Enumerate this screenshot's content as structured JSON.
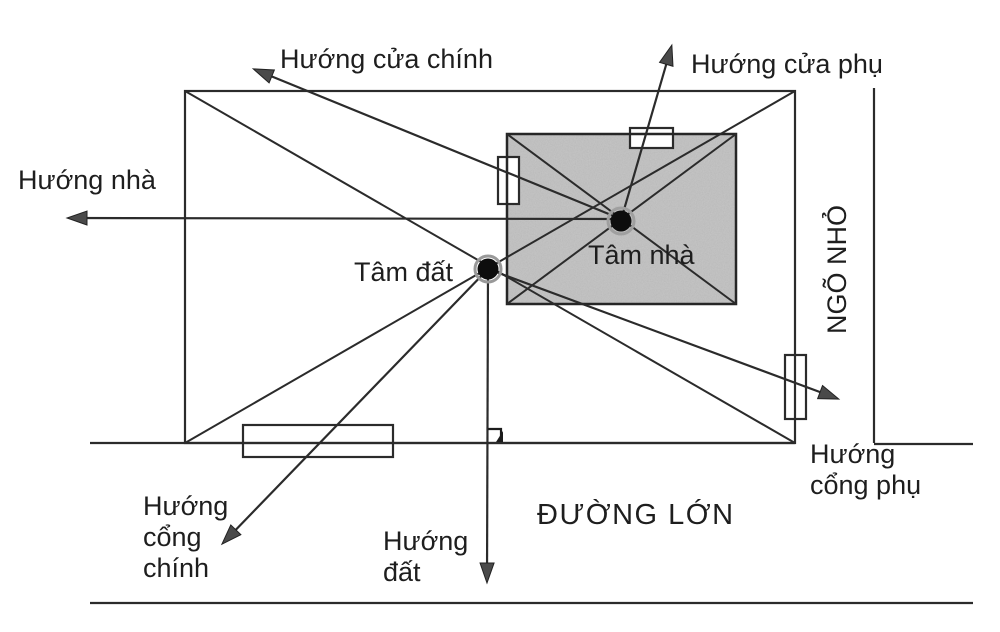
{
  "diagram": {
    "labels": {
      "huong_cua_chinh": "Hướng cửa chính",
      "huong_cua_phu": "Hướng cửa phụ",
      "huong_nha": "Hướng nhà",
      "tam_dat": "Tâm đất",
      "tam_nha": "Tâm nhà",
      "ngo_nho": "NGÕ NHỎ",
      "duong_lon": "ĐƯỜNG LỚN",
      "huong_cong_chinh_lines": [
        "Hướng",
        "cổng",
        "chính"
      ],
      "huong_dat_lines": [
        "Hướng",
        "đất"
      ],
      "huong_cong_phu_lines": [
        "Hướng",
        "cổng phụ"
      ]
    },
    "colors": {
      "line": "#2b2b2b",
      "text": "#1e1e1e",
      "house_fill": "#c7c7c7",
      "arrow_fill": "#4a4a4a",
      "background": "#ffffff"
    }
  }
}
